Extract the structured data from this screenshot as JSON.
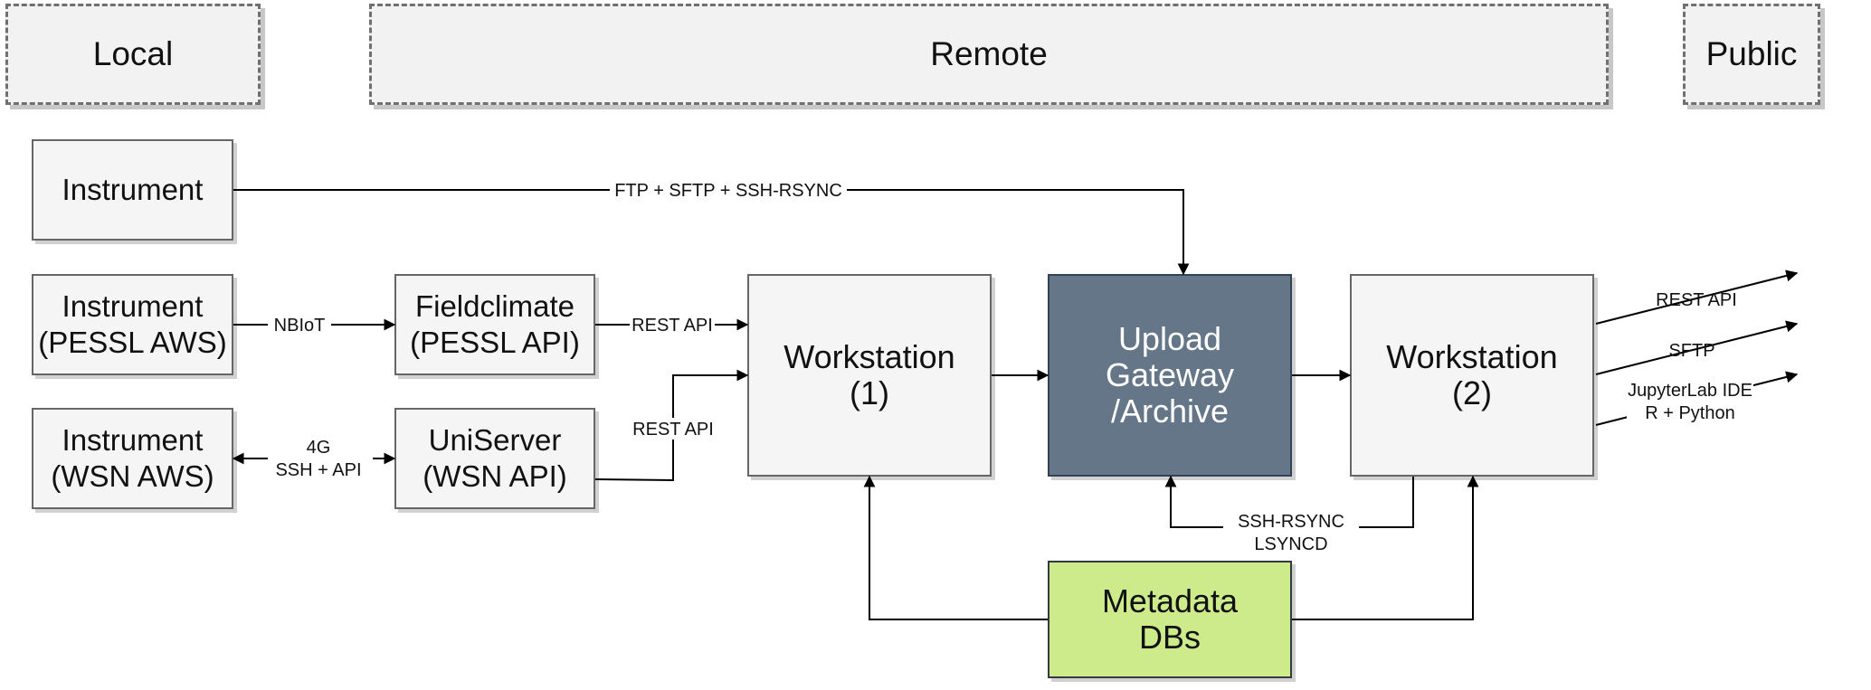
{
  "zones": {
    "local": "Local",
    "remote": "Remote",
    "public": "Public"
  },
  "nodes": {
    "instrument": "Instrument",
    "instrument_pessl": "Instrument\n(PESSL AWS)",
    "instrument_wsn": "Instrument\n(WSN AWS)",
    "fieldclimate": "Fieldclimate\n(PESSL API)",
    "uniserver": "UniServer\n(WSN API)",
    "workstation1": "Workstation\n(1)",
    "gateway": "Upload\nGateway\n/Archive",
    "workstation2": "Workstation\n(2)",
    "metadata": "Metadata\nDBs"
  },
  "edge_labels": {
    "ftp": "FTP + SFTP + SSH-RSYNC",
    "nbiot": "NBIoT",
    "rest1": "REST API",
    "rest2": "REST API",
    "g4_line1": "4G",
    "g4_line2": "SSH + API",
    "rsync_line1": "SSH-RSYNC",
    "rsync_line2": "LSYNCD",
    "out_rest": "REST API",
    "out_sftp": "SFTP",
    "out_jupyter_line1": "JupyterLab IDE",
    "out_jupyter_line2": "R + Python"
  },
  "colors": {
    "gateway_fill": "#647687",
    "metadata_fill": "#cdeb8b",
    "box_fill": "#f5f5f5",
    "zone_fill": "#f2f2f2"
  }
}
